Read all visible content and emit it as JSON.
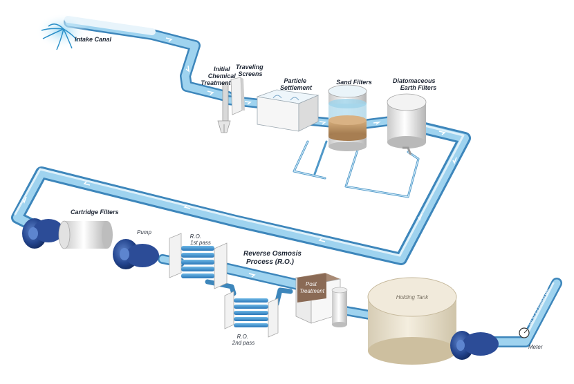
{
  "labels": {
    "intake_canal": "Intake Canal",
    "initial_chemical_treatment": [
      "Initial",
      "Chemical",
      "Treatment"
    ],
    "traveling_screens": [
      "Traveling",
      "Screens"
    ],
    "particle_settlement": [
      "Particle",
      "Settlement"
    ],
    "sand_filters": "Sand Filters",
    "diatomaceous_earth_filters": [
      "Diatomaceous",
      "Earth Filters"
    ],
    "cartridge_filters": "Cartridge Filters",
    "pump": "Pump",
    "ro_first_pass": [
      "R.O.",
      "1st pass"
    ],
    "reverse_osmosis": [
      "Reverse Osmosis",
      "Process (R.O.)"
    ],
    "post_treatment": [
      "Post",
      "Treatment"
    ],
    "holding_tank": "Holding Tank",
    "ro_second_pass": [
      "R.O.",
      "2nd pass"
    ],
    "output_volume": "Up to 25 million gal",
    "meter": "Meter"
  },
  "colors": {
    "pipe": "#8ec8e8",
    "pipe_dark": "#4f98c8",
    "pump": "#1c3a7a",
    "filter_media": "#c8a070",
    "tank": "#e8dfcb",
    "post_treatment": "#8a6a55"
  }
}
